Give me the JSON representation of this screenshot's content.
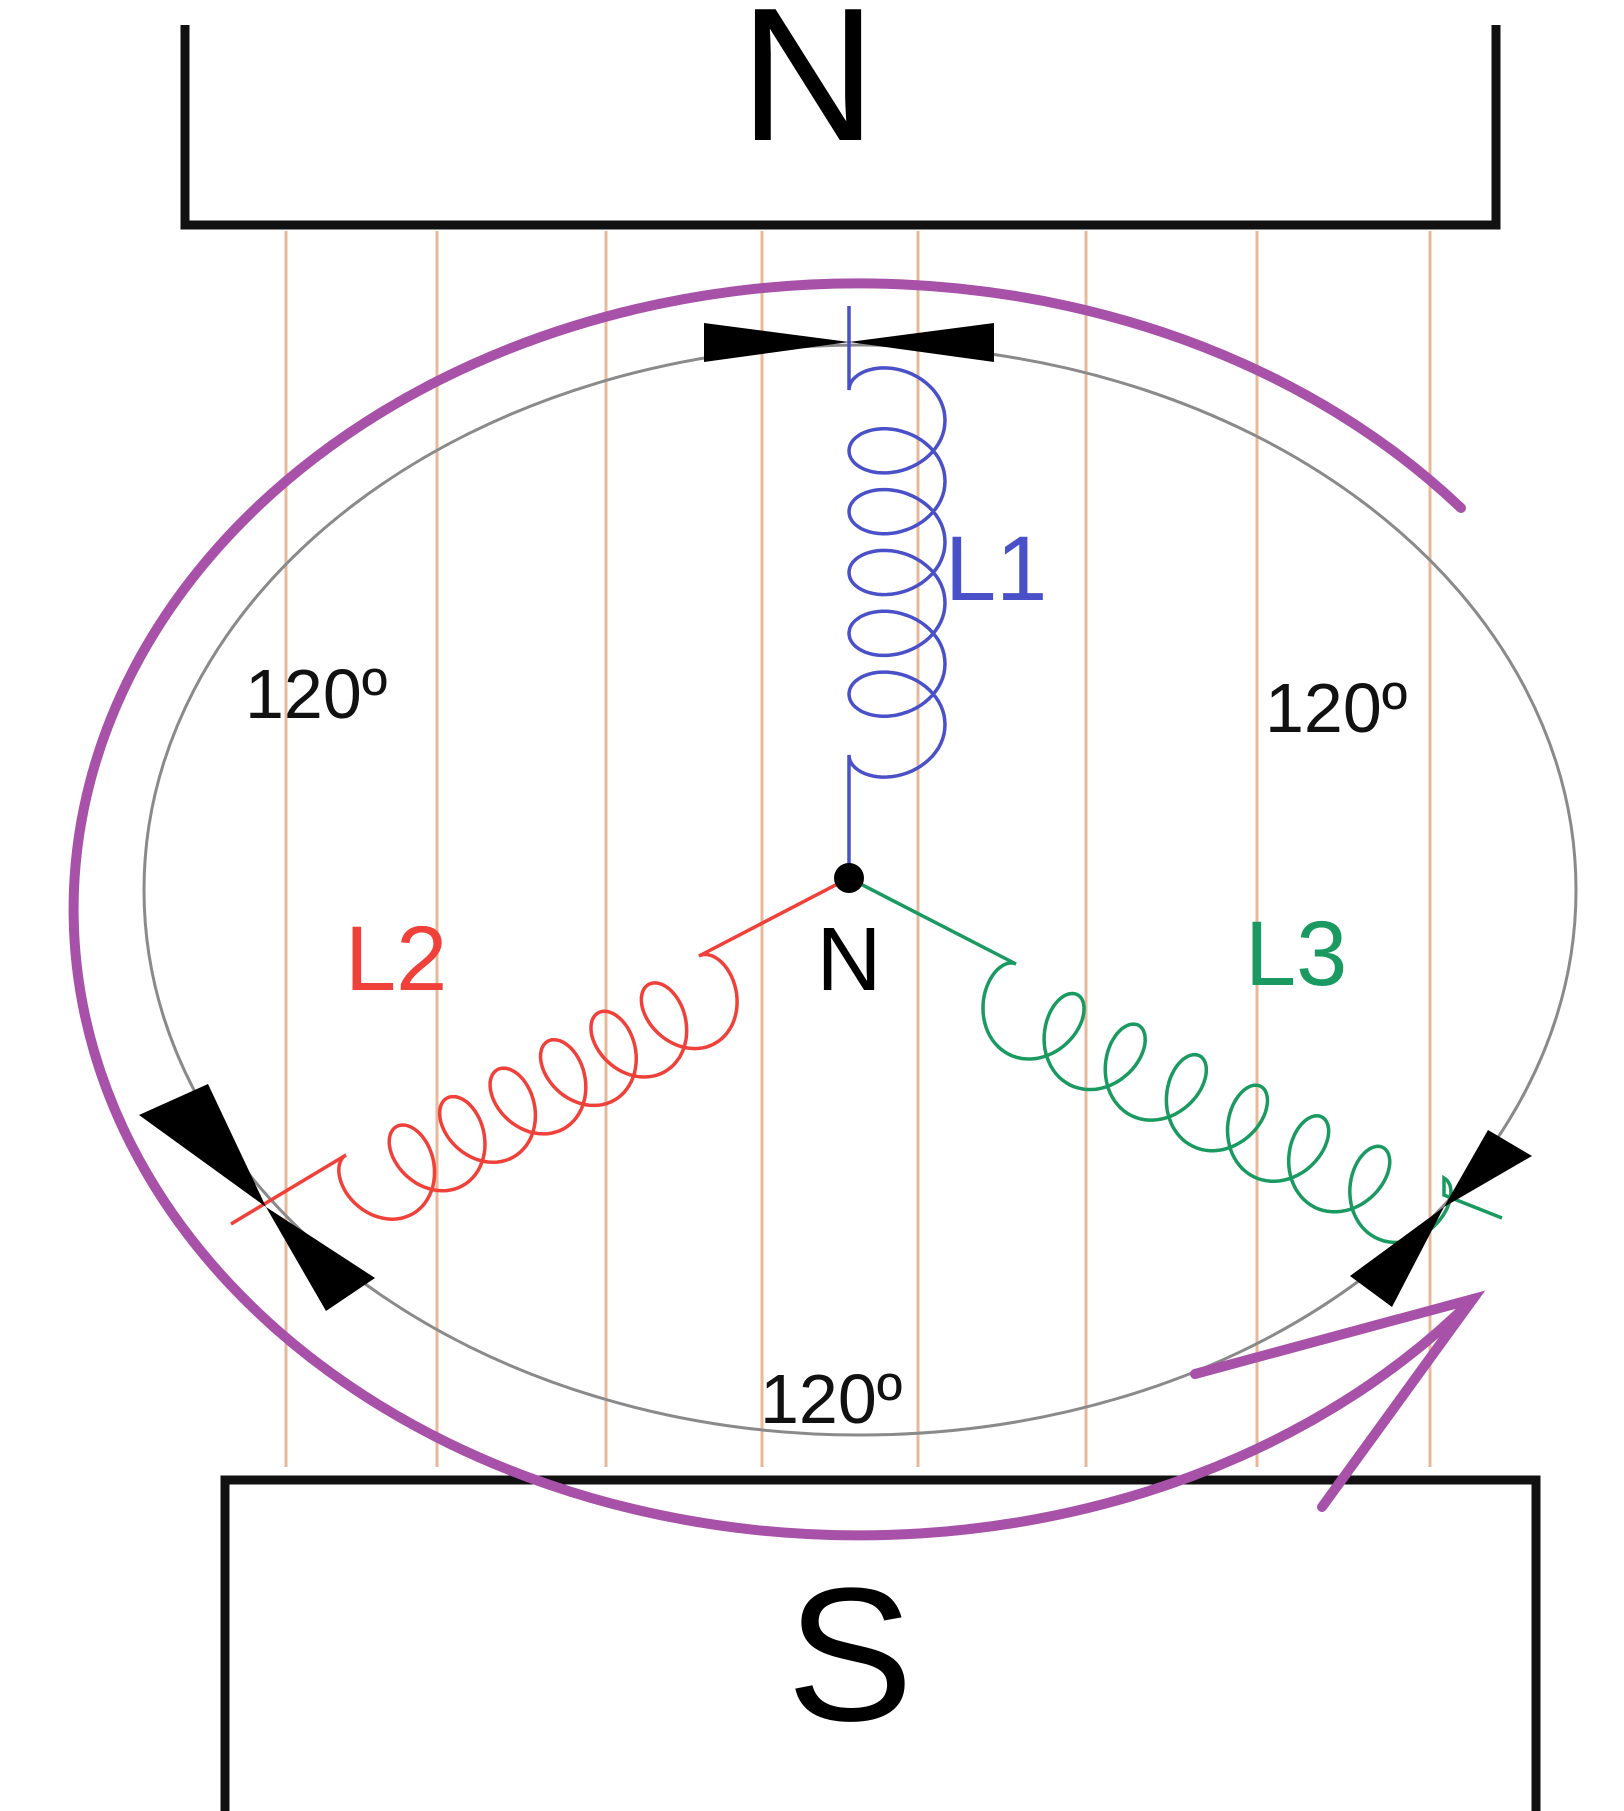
{
  "magnets": {
    "north_label": "N",
    "south_label": "S"
  },
  "coils": [
    {
      "label": "L1",
      "color": "#4a50c8"
    },
    {
      "label": "L2",
      "color": "#f0403a"
    },
    {
      "label": "L3",
      "color": "#1a9a60"
    }
  ],
  "neutral_label": "N",
  "angles": [
    "120º",
    "120º",
    "120º"
  ],
  "colors": {
    "field_lines": "#e8b89a",
    "rotation_arrow": "#a752a8",
    "stator": "#8a8a8a"
  }
}
